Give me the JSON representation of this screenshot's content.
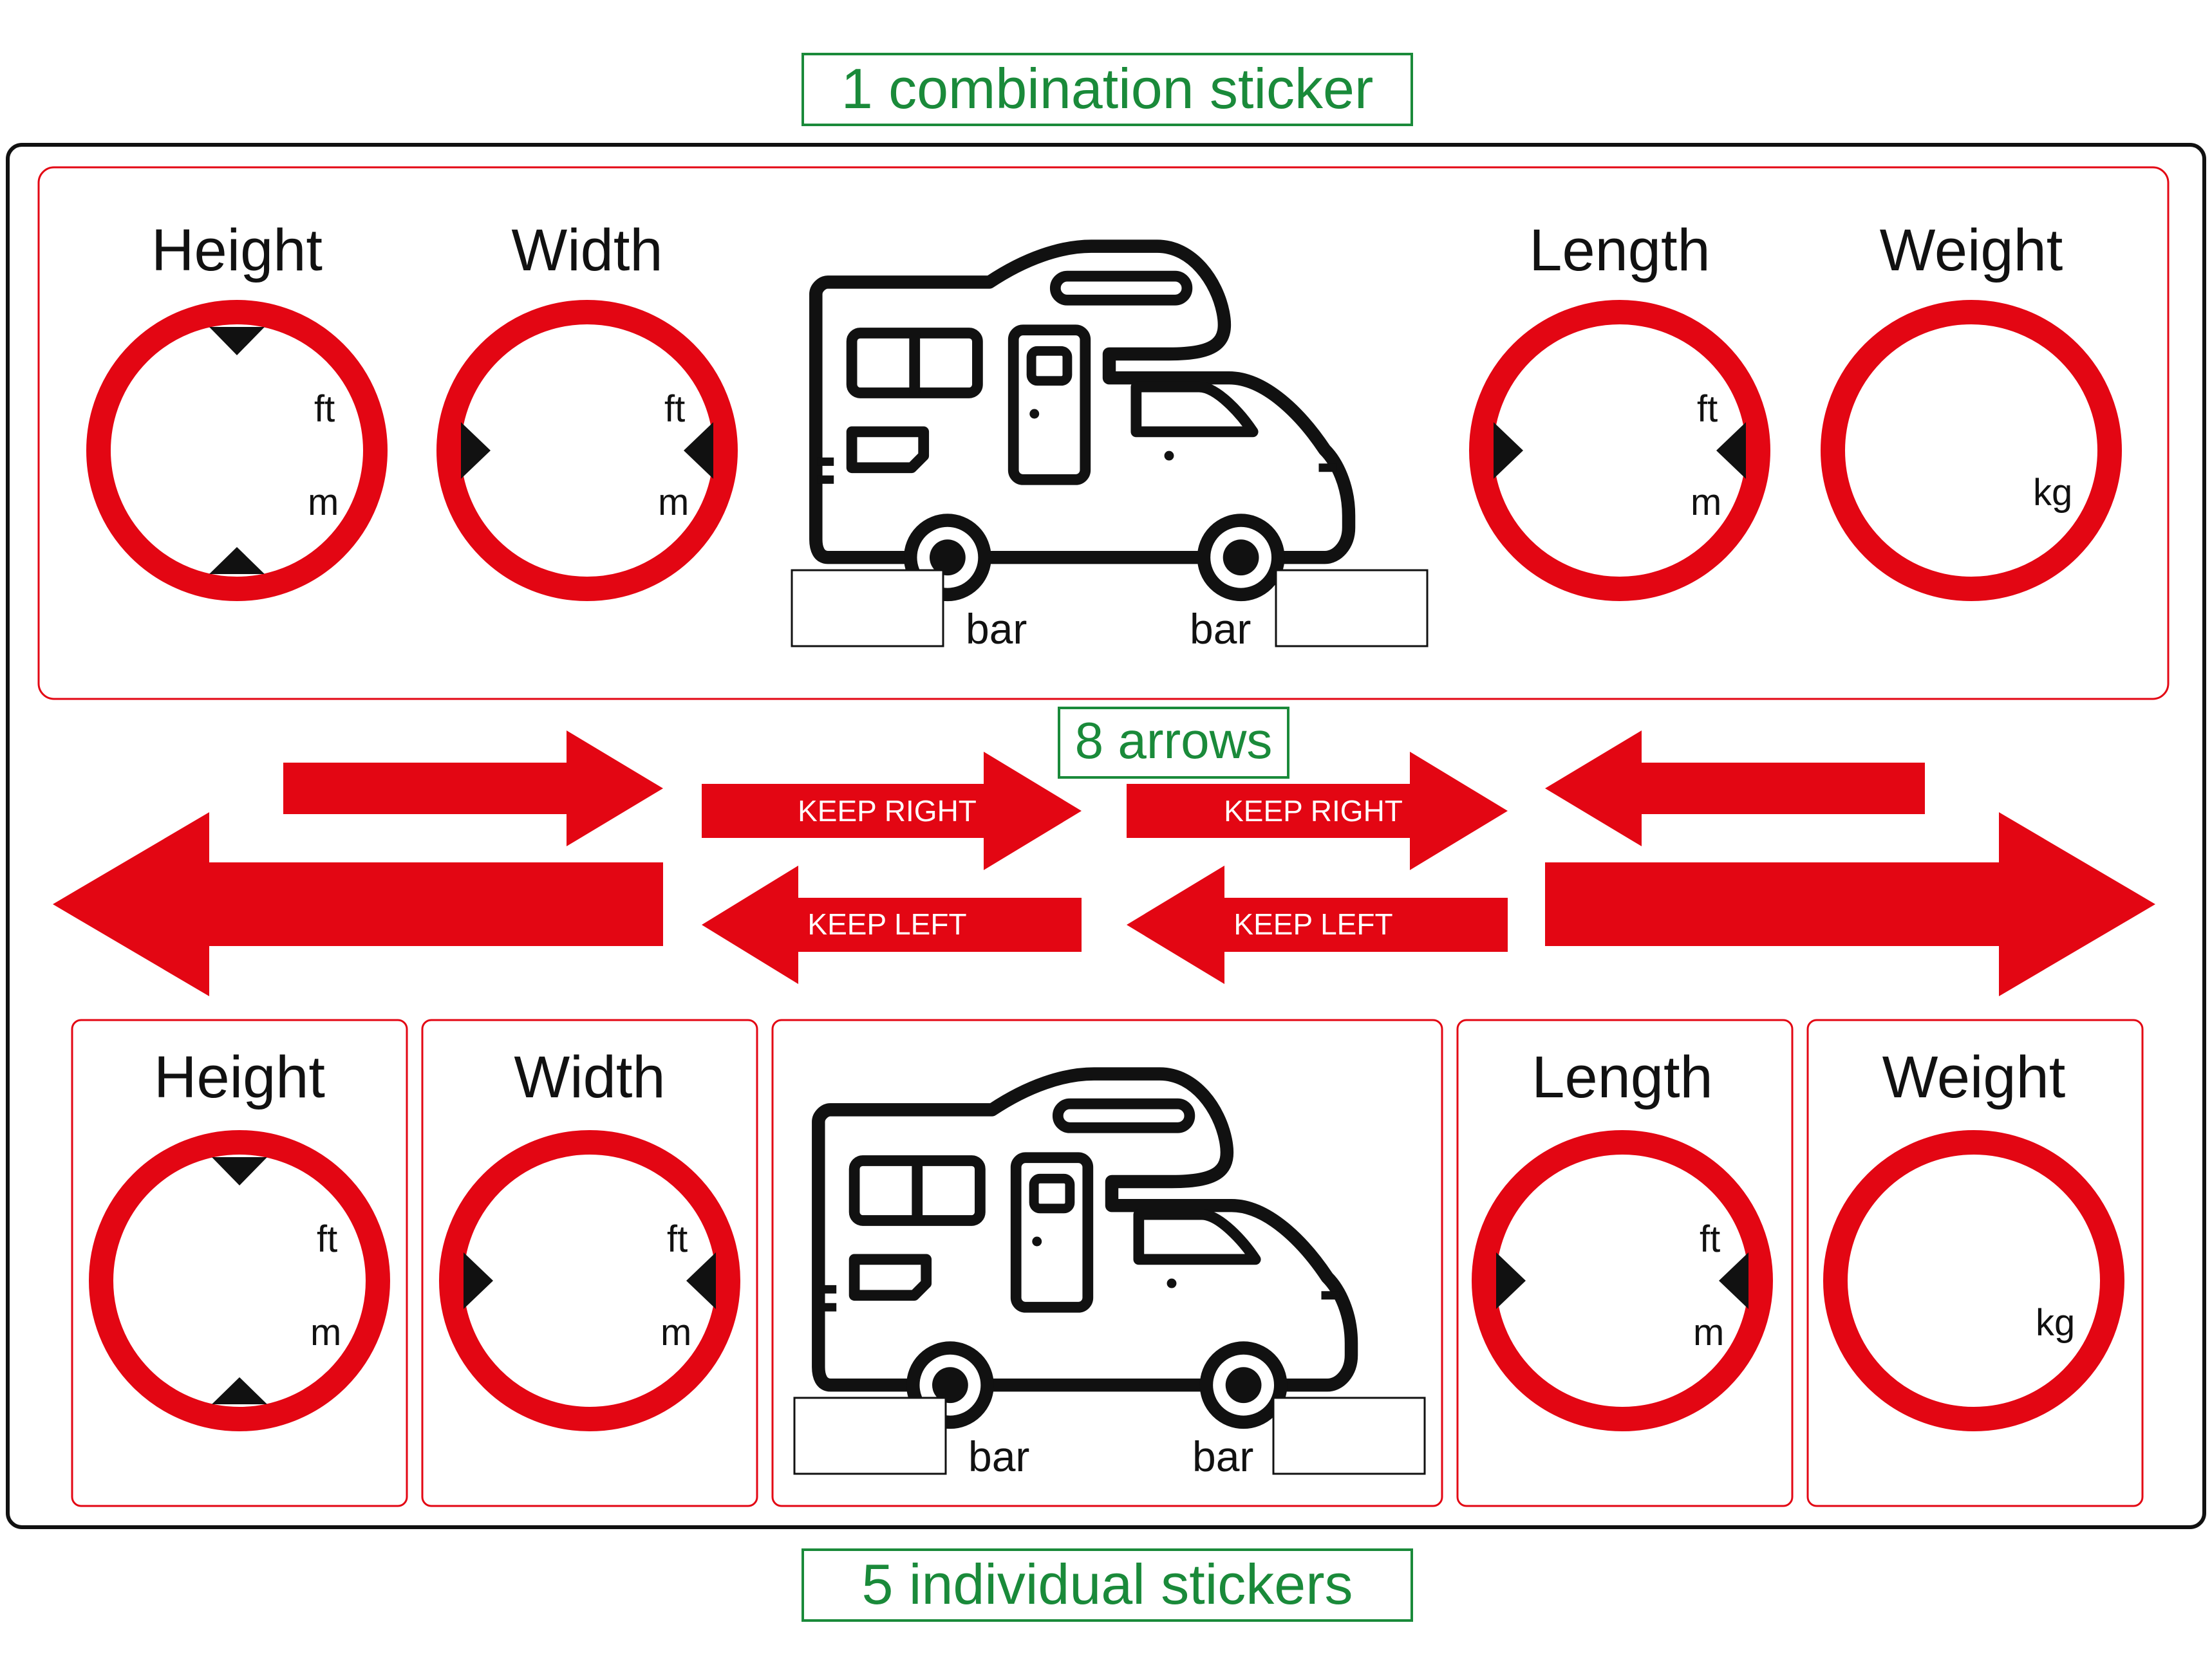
{
  "headings": {
    "combination": "1 combination sticker",
    "arrows": "8 arrows",
    "individual": "5 individual stickers"
  },
  "dimensions": {
    "height": {
      "title": "Height",
      "unit_top": "ft",
      "unit_bottom": "m"
    },
    "width": {
      "title": "Width",
      "unit_top": "ft",
      "unit_bottom": "m"
    },
    "length": {
      "title": "Length",
      "unit_top": "ft",
      "unit_bottom": "m"
    },
    "weight": {
      "title": "Weight",
      "unit": "kg"
    }
  },
  "tyre_pressure": {
    "unit": "bar"
  },
  "arrows": {
    "keep_right": "KEEP RIGHT",
    "keep_left": "KEEP LEFT"
  },
  "colors": {
    "sign_red": "#e30613",
    "label_green": "#1a8a3a",
    "outline_black": "#111111"
  },
  "icons": [
    "motorhome-icon",
    "arrow-right-icon",
    "arrow-left-icon"
  ]
}
